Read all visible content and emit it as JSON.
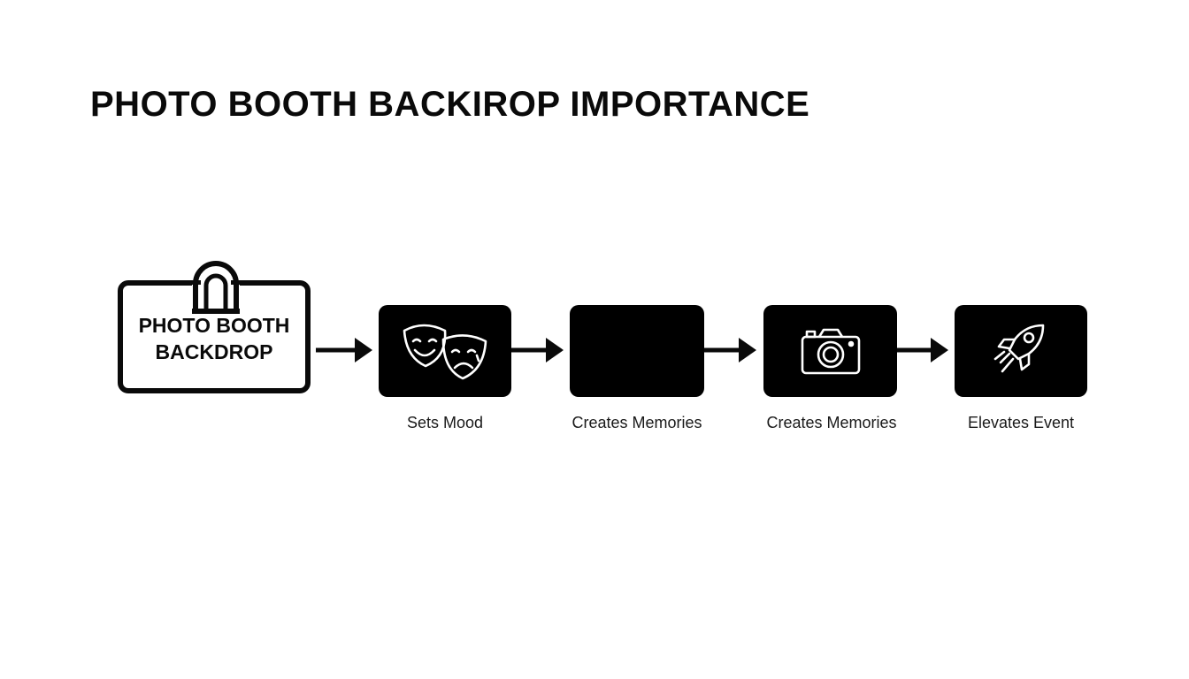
{
  "title": "PHOTO BOOTH BACKIROP IMPORTANCE",
  "source": {
    "line1": "PHOTO BOOTH",
    "line2": "BACKDROP",
    "icon": "arch-icon"
  },
  "steps": [
    {
      "label": "Sets Mood",
      "icon": "theater-masks-icon"
    },
    {
      "label": "Creates Memories",
      "icon": ""
    },
    {
      "label": "Creates Memories",
      "icon": "camera-icon"
    },
    {
      "label": "Elevates Event",
      "icon": "rocket-icon"
    }
  ],
  "colors": {
    "box_fill": "#000000",
    "icon_stroke": "#ffffff",
    "text": "#0a0a0a"
  }
}
